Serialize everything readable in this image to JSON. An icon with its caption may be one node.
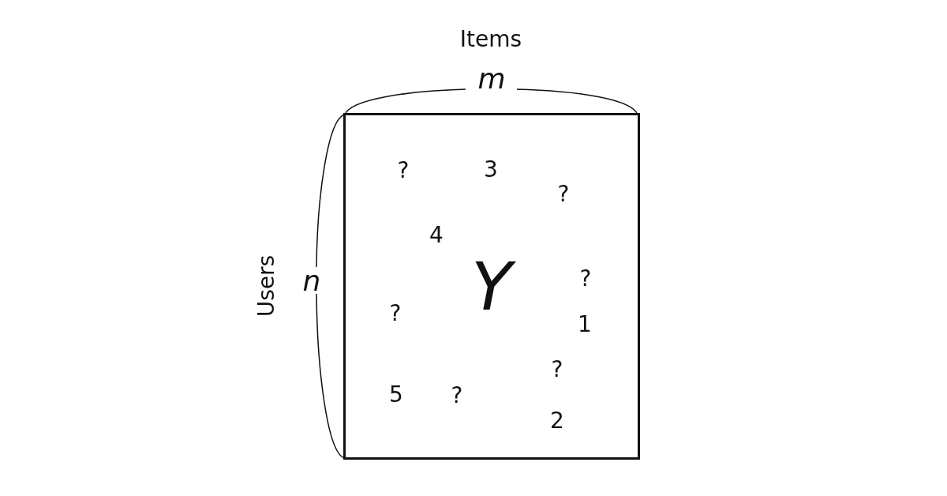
{
  "diagram": {
    "nodes": [
      {
        "text": [
          "Y"
        ]
      }
    ],
    "edges": [],
    "labels": [
      "Items",
      "m",
      "Users",
      "n",
      "?",
      "3",
      "?",
      "4",
      "?",
      "?",
      "1",
      "?",
      "5",
      "?",
      "2"
    ]
  }
}
